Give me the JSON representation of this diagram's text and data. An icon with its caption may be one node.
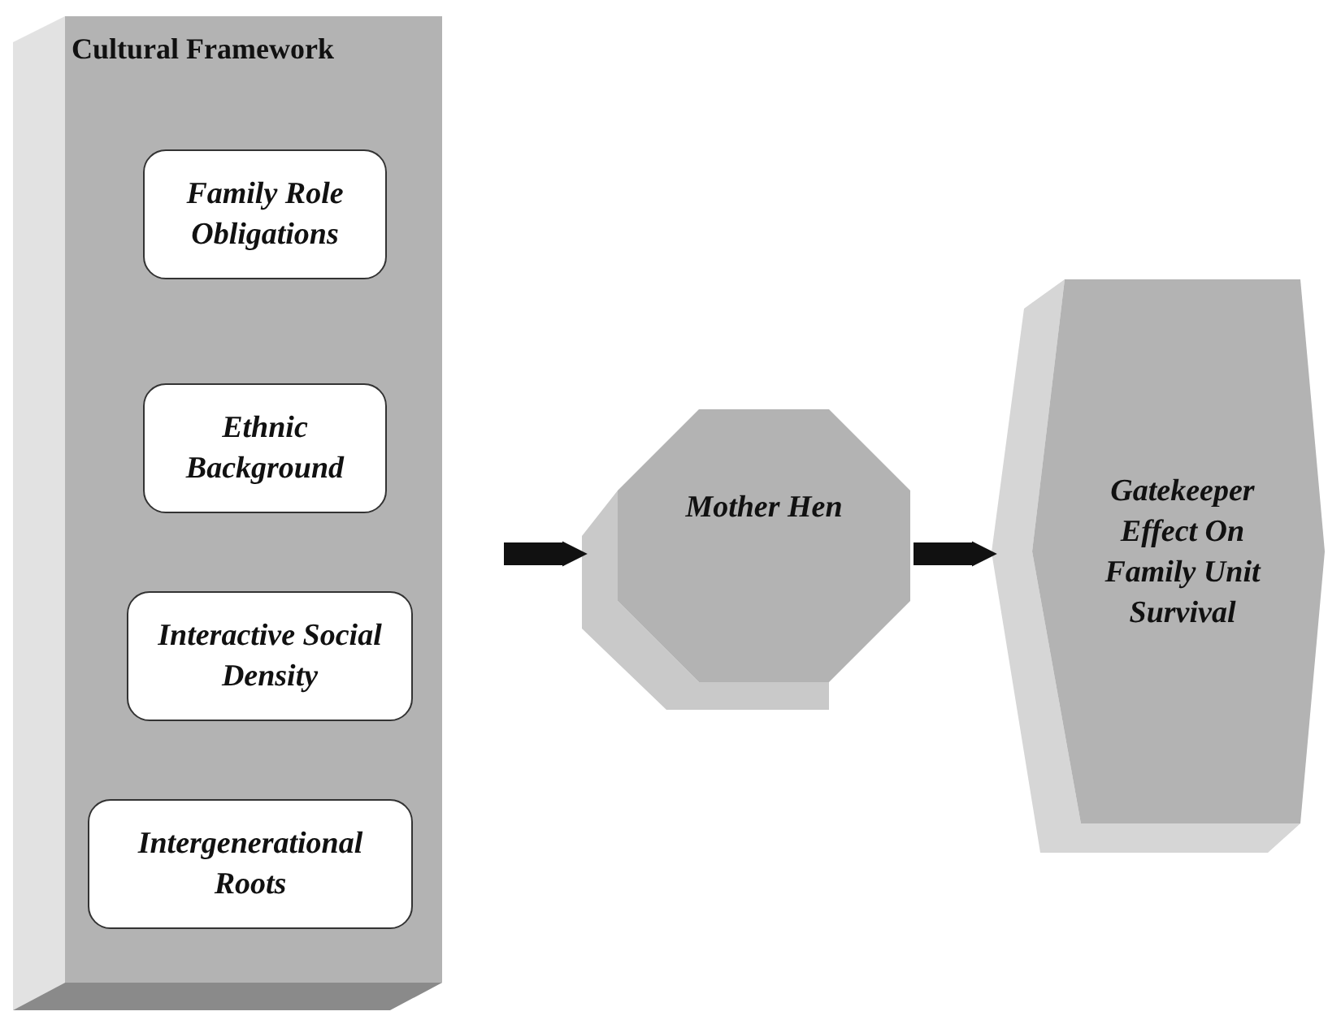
{
  "diagram": {
    "nodes": [
      {
        "text": [
          "Cultural Framework"
        ]
      },
      {
        "text": [
          "Family Role Obligations"
        ],
        "in": 0
      },
      {
        "text": [
          "Ethnic Background"
        ],
        "in": 0
      },
      {
        "text": [
          "Interactive Social Density"
        ],
        "in": 0
      },
      {
        "text": [
          "Intergenerational Roots"
        ],
        "in": 0
      },
      {
        "text": [
          "Mother Hen"
        ]
      },
      {
        "text": [
          "Gatekeeper Effect On Family Unit Survival"
        ]
      }
    ],
    "edges": [
      {
        "from": 0,
        "to": 5,
        "arrow": "to"
      },
      {
        "from": 5,
        "to": 6,
        "arrow": "to"
      }
    ]
  }
}
